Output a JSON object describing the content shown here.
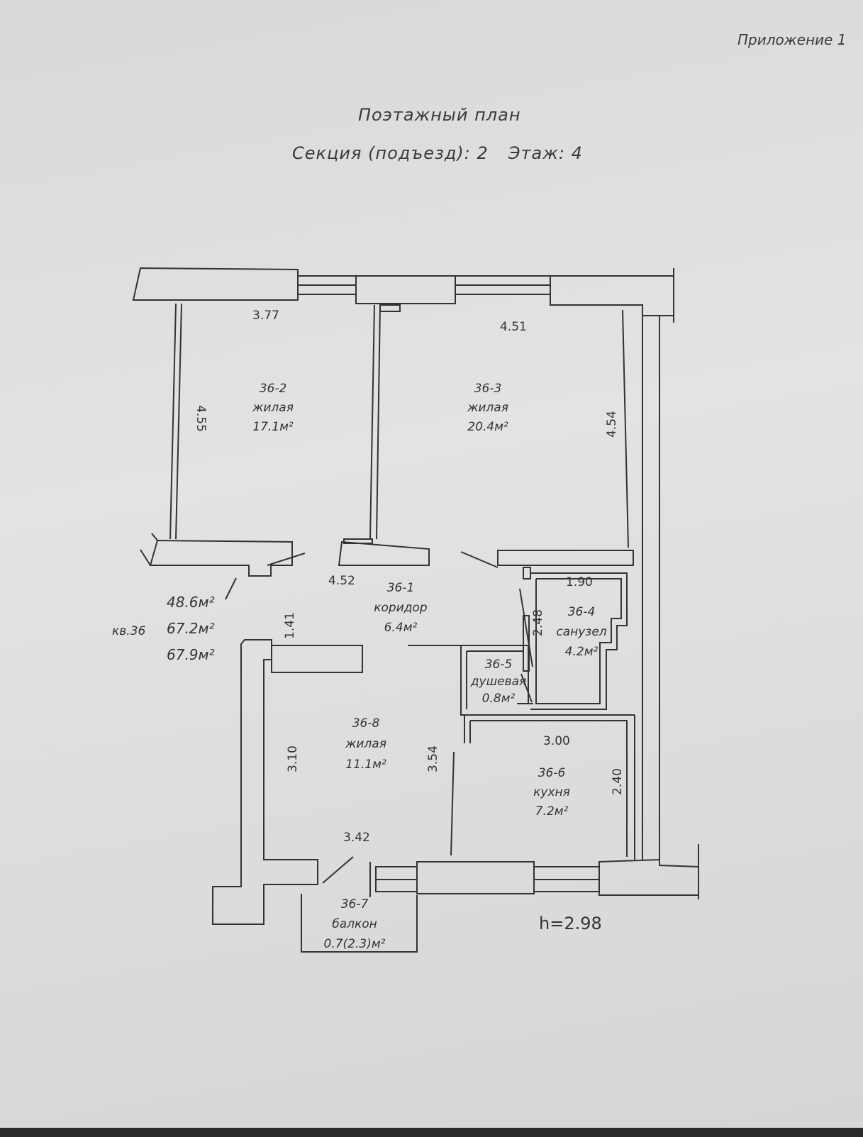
{
  "header": {
    "appendix": "Приложение 1",
    "title": "Поэтажный план",
    "section_label": "Секция (подъезд): 2",
    "floor_label": "Этаж: 4"
  },
  "apartment": {
    "label": "кв.36",
    "area_living": "48.6м²",
    "area_total": "67.2м²",
    "area_total_with_balcony": "67.9м²"
  },
  "rooms": [
    {
      "id": "36-2",
      "type": "жилая",
      "area": "17.1м²"
    },
    {
      "id": "36-3",
      "type": "жилая",
      "area": "20.4м²"
    },
    {
      "id": "36-1",
      "type": "коридор",
      "area": "6.4м²"
    },
    {
      "id": "36-4",
      "type": "санузел",
      "area": "4.2м²"
    },
    {
      "id": "36-5",
      "type": "душевая",
      "area": "0.8м²"
    },
    {
      "id": "36-8",
      "type": "жилая",
      "area": "11.1м²"
    },
    {
      "id": "36-6",
      "type": "кухня",
      "area": "7.2м²"
    },
    {
      "id": "36-7",
      "type": "балкон",
      "area": "0.7(2.3)м²"
    }
  ],
  "dimensions": {
    "room_2_width": "3.77",
    "room_2_depth": "4.55",
    "room_3_width": "4.51",
    "room_3_depth": "4.54",
    "corridor_width": "4.52",
    "corridor_depth": "1.41",
    "bath_width": "1.90",
    "bath_depth": "2.48",
    "room_8_depth": "3.10",
    "room_8_depth2": "3.54",
    "room_8_width": "3.42",
    "kitchen_width": "3.00",
    "kitchen_depth": "2.40"
  },
  "ceiling_height": "h=2.98"
}
